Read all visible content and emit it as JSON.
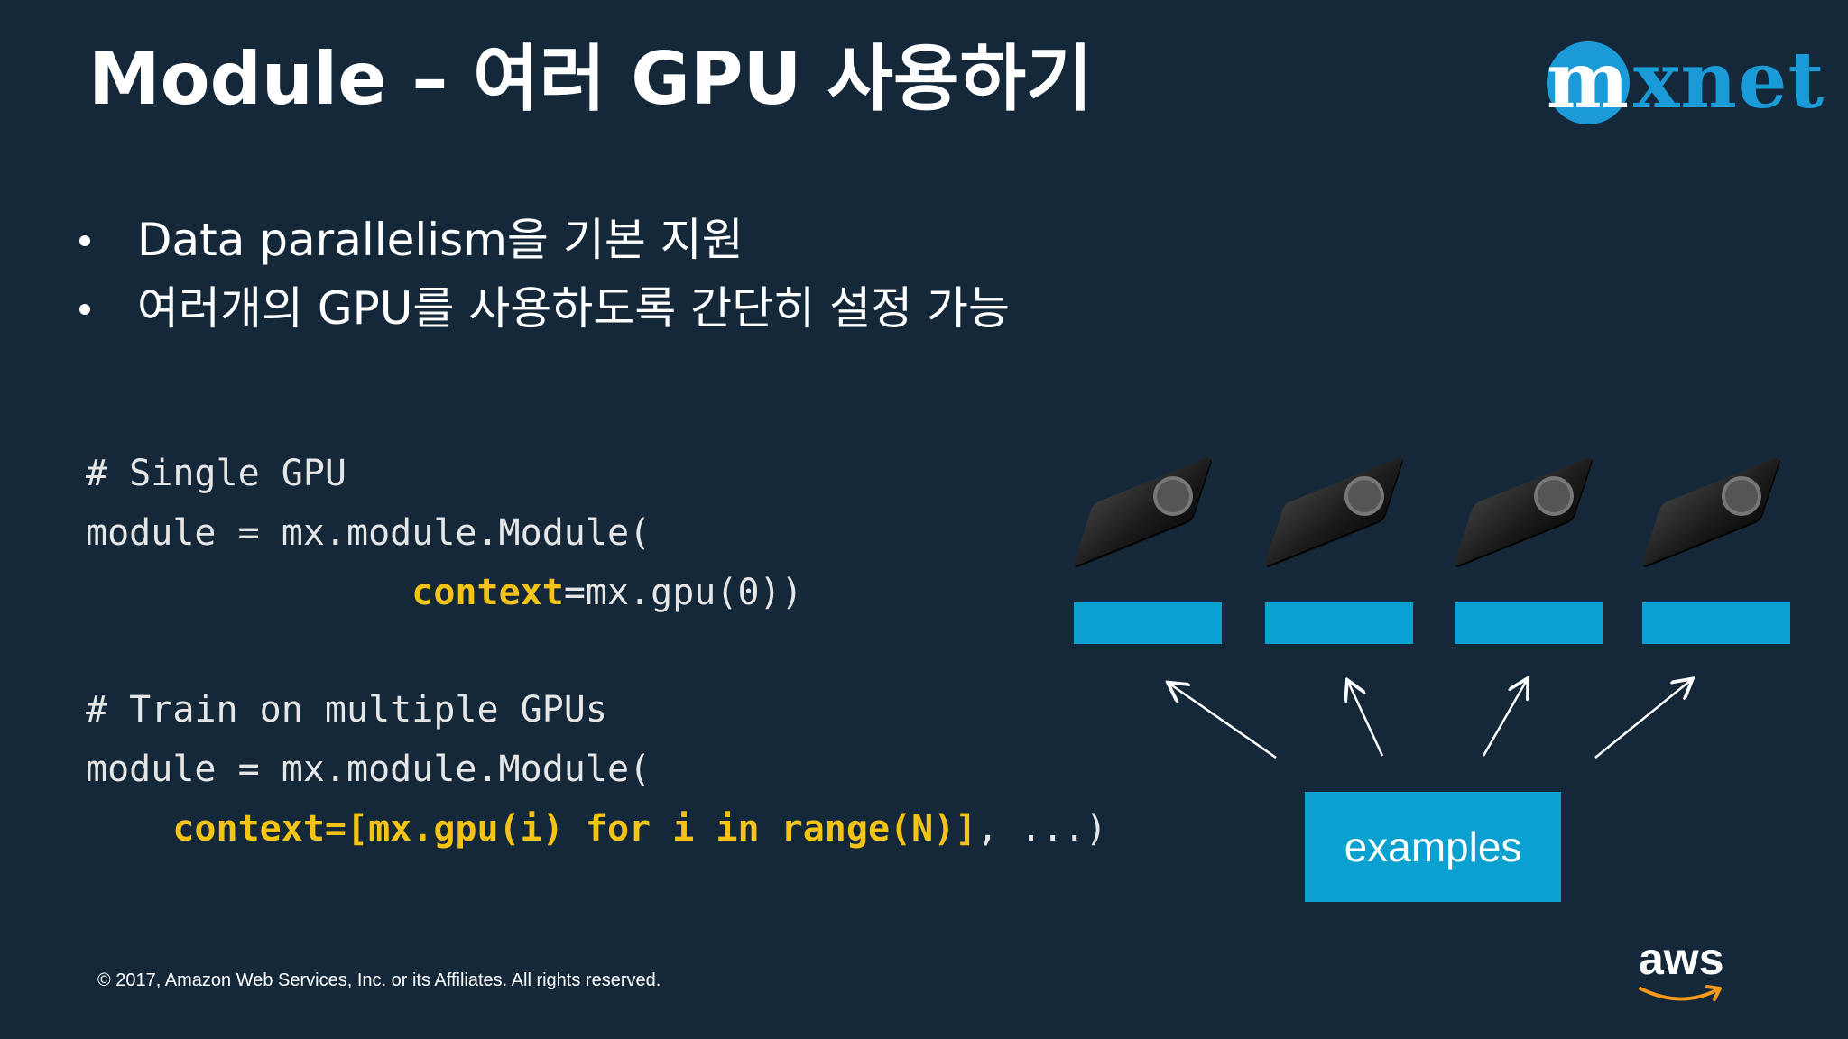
{
  "slide": {
    "title": "Module – 여러 GPU 사용하기",
    "bullets": [
      "Data parallelism을 기본 지원",
      "여러개의 GPU를 사용하도록 간단히 설정 가능"
    ],
    "code_block_1": {
      "comment": "# Single GPU",
      "line1": "module = mx.module.Module(",
      "indent": "               ",
      "keyword": "context",
      "rest": "=mx.gpu(0))"
    },
    "code_block_2": {
      "comment": "# Train on multiple GPUs",
      "line1": "module = mx.module.Module(",
      "indent": "    ",
      "keyword": "context=[mx.gpu(i) for i in range(N)]",
      "rest": ", ...)"
    },
    "diagram": {
      "gpu_count": 4,
      "examples_label": "examples",
      "bar_color": "#0aa0cf"
    },
    "copyright": "© 2017, Amazon Web Services, Inc. or its Affiliates. All rights reserved.",
    "logos": {
      "mxnet": {
        "m": "m",
        "rest": "xnet",
        "color": "#1a9bd7"
      },
      "aws": {
        "word": "aws",
        "smile_color": "#f7991c"
      }
    },
    "colors": {
      "background": "#14283a",
      "code_keyword": "#f3c316"
    }
  }
}
